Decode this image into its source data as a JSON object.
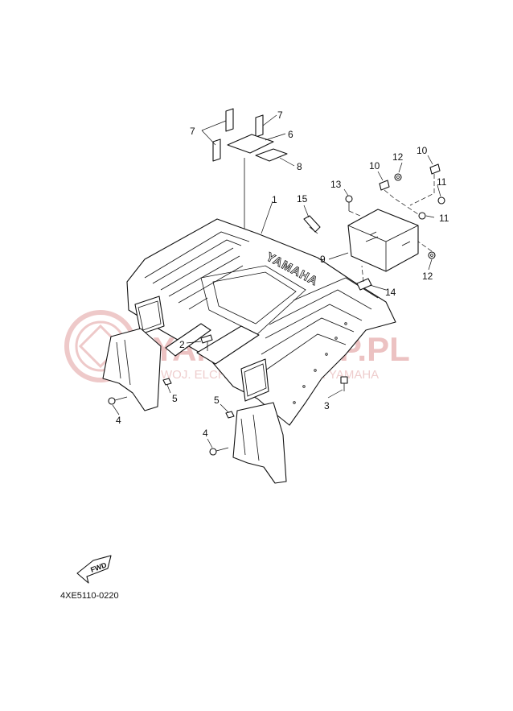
{
  "watermark": {
    "brand": "YAMASKLEP.PL",
    "tagline": "WOJ. ELCHOWSKI - DEALER YAMAHA"
  },
  "fender_emboss": "YAMAHA",
  "fwd_label": "FWD",
  "diagram_code": "4XE5110-0220",
  "callouts": {
    "c1": "1",
    "c2": "2",
    "c3": "3",
    "c4a": "4",
    "c4b": "4",
    "c5a": "5",
    "c5b": "5",
    "c6": "6",
    "c7a": "7",
    "c7b": "7",
    "c8": "8",
    "c9": "9",
    "c10a": "10",
    "c10b": "10",
    "c11a": "11",
    "c11b": "11",
    "c12a": "12",
    "c12b": "12",
    "c13": "13",
    "c14": "14",
    "c15": "15"
  }
}
